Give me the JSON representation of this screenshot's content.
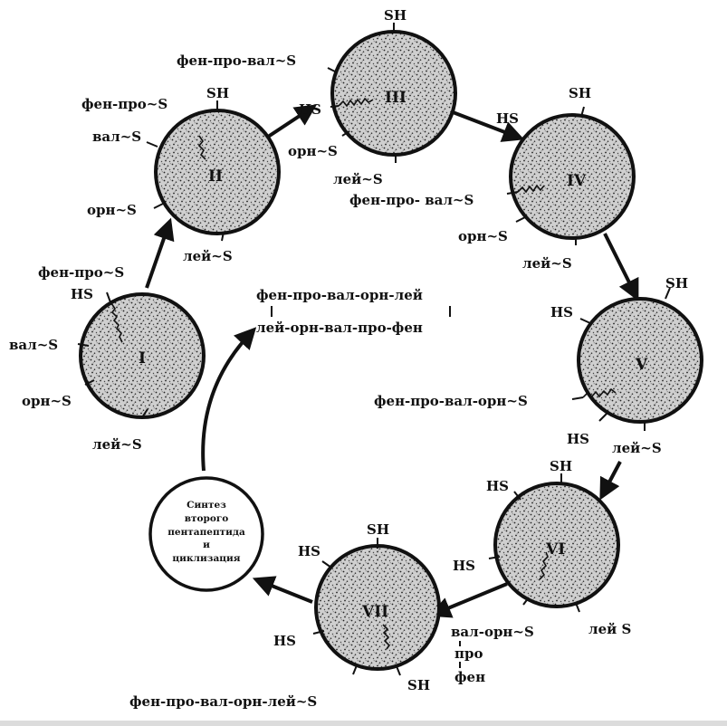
{
  "complexes": [
    {
      "numeral": "I",
      "labels": {
        "top_chain": "фен-про~S",
        "hs": "HS",
        "l1": "вал~S",
        "l2": "орн~S",
        "l3": "лей~S"
      }
    },
    {
      "numeral": "II",
      "labels": {
        "top": "фен-про~S",
        "sh": "SH",
        "l1": "вал~S",
        "l2": "орн~S",
        "l3": "лей~S"
      }
    },
    {
      "numeral": "III",
      "labels": {
        "sh": "SH",
        "chain": "фен-про-вал~S",
        "hs": "HS",
        "orn": "орн~S",
        "lei": "лей~S"
      }
    },
    {
      "numeral": "IV",
      "labels": {
        "hs": "HS",
        "sh": "SH",
        "chain": "фен-про- вал~S",
        "orn": "орн~S",
        "lei": "лей~S"
      }
    },
    {
      "numeral": "V",
      "labels": {
        "sh": "SH",
        "hs1": "HS",
        "chain": "фен-про-вал-орн~S",
        "hs2": "HS",
        "lei": "лей~S"
      }
    },
    {
      "numeral": "VI",
      "labels": {
        "hs1": "HS",
        "sh": "SH",
        "hs2": "HS",
        "chain": "вал-орн~S",
        "pro": "про",
        "fen": "фен",
        "lei": "лей S"
      }
    },
    {
      "numeral": "VII",
      "labels": {
        "sh1": "SH",
        "hs1": "HS",
        "hs2": "HS",
        "sh2": "SH",
        "chain": "фен-про-вал-орн-лей~S"
      }
    }
  ],
  "final_step": {
    "lines": [
      "Синтез",
      "второго",
      "пентапептида",
      "и",
      "циклизация"
    ]
  },
  "product": {
    "line1": "фен-про-вал-орн-лей",
    "line2": "лей-орн-вал-про-фен"
  }
}
